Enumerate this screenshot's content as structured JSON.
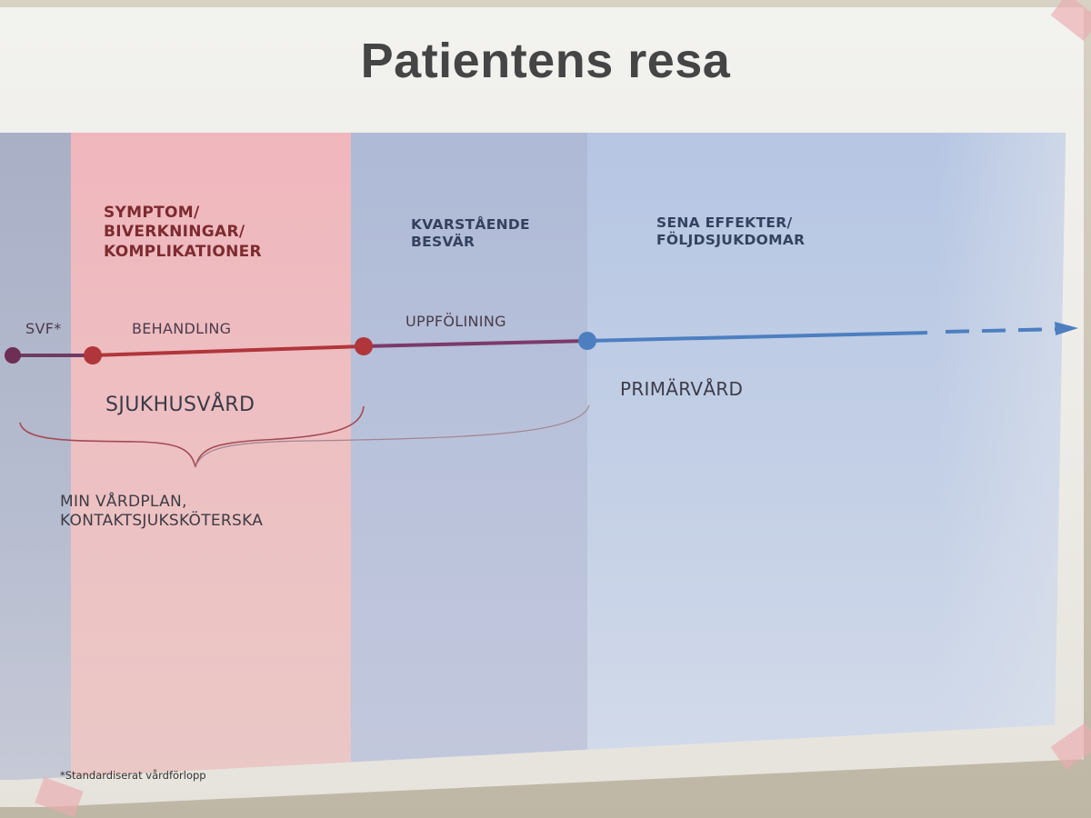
{
  "title": "Patientens resa",
  "phases": {
    "symptom": "SYMPTOM/\nBIVERKNINGAR/\nKOMPLIKATIONER",
    "kvarstaende": "KVARSTÅENDE\nBESVÄR",
    "sena": "SENA EFFEKTER/\nFÖLJDSJUKDOMAR"
  },
  "timeline": {
    "svf": "SVF*",
    "behandling": "BEHANDLING",
    "uppfoljning": "UPPFÖLINING"
  },
  "care": {
    "sjukhusvard": "SJUKHUSVÅRD",
    "primarvard": "PRIMÄRVÅRD"
  },
  "plan": "MIN VÅRDPLAN,\nKONTAKTSJUKSKÖTERSKA",
  "footnote": "*Standardiserat vårdförlopp",
  "colors": {
    "hospital_red": "#b0363c",
    "primary_blue": "#4d7fc0",
    "timeline_purple": "#7b3a6a"
  }
}
